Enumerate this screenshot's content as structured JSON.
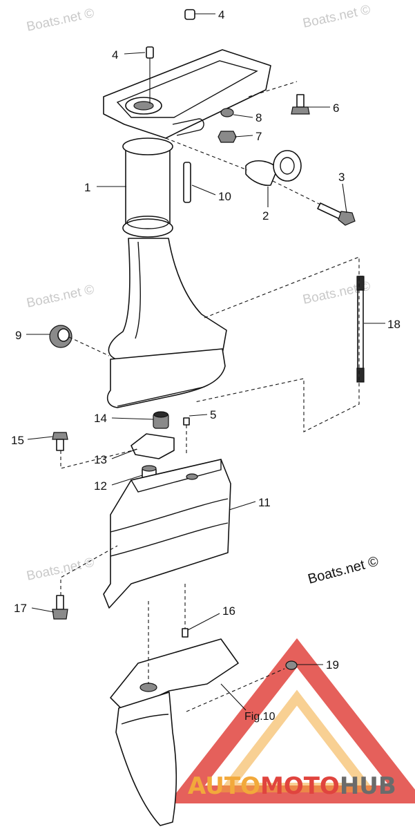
{
  "part_numbers": {
    "p1": "1",
    "p2": "2",
    "p3": "3",
    "p4a": "4",
    "p4b": "4",
    "p5": "5",
    "p6": "6",
    "p7": "7",
    "p8": "8",
    "p9": "9",
    "p10": "10",
    "p11": "11",
    "p12": "12",
    "p13": "13",
    "p14": "14",
    "p15": "15",
    "p16": "16",
    "p17": "17",
    "p18": "18",
    "p19": "19"
  },
  "figure_ref": "Fig.10",
  "watermark": "Boats.net ©",
  "brand_note": "Boats.net ©",
  "logo": {
    "part1": "AUTO",
    "part2": "MOTO",
    "part3": "HUB"
  },
  "colors": {
    "logo_red": "#e0443e",
    "logo_orange": "#f2a93b",
    "logo_grey": "#6b6b6b"
  }
}
